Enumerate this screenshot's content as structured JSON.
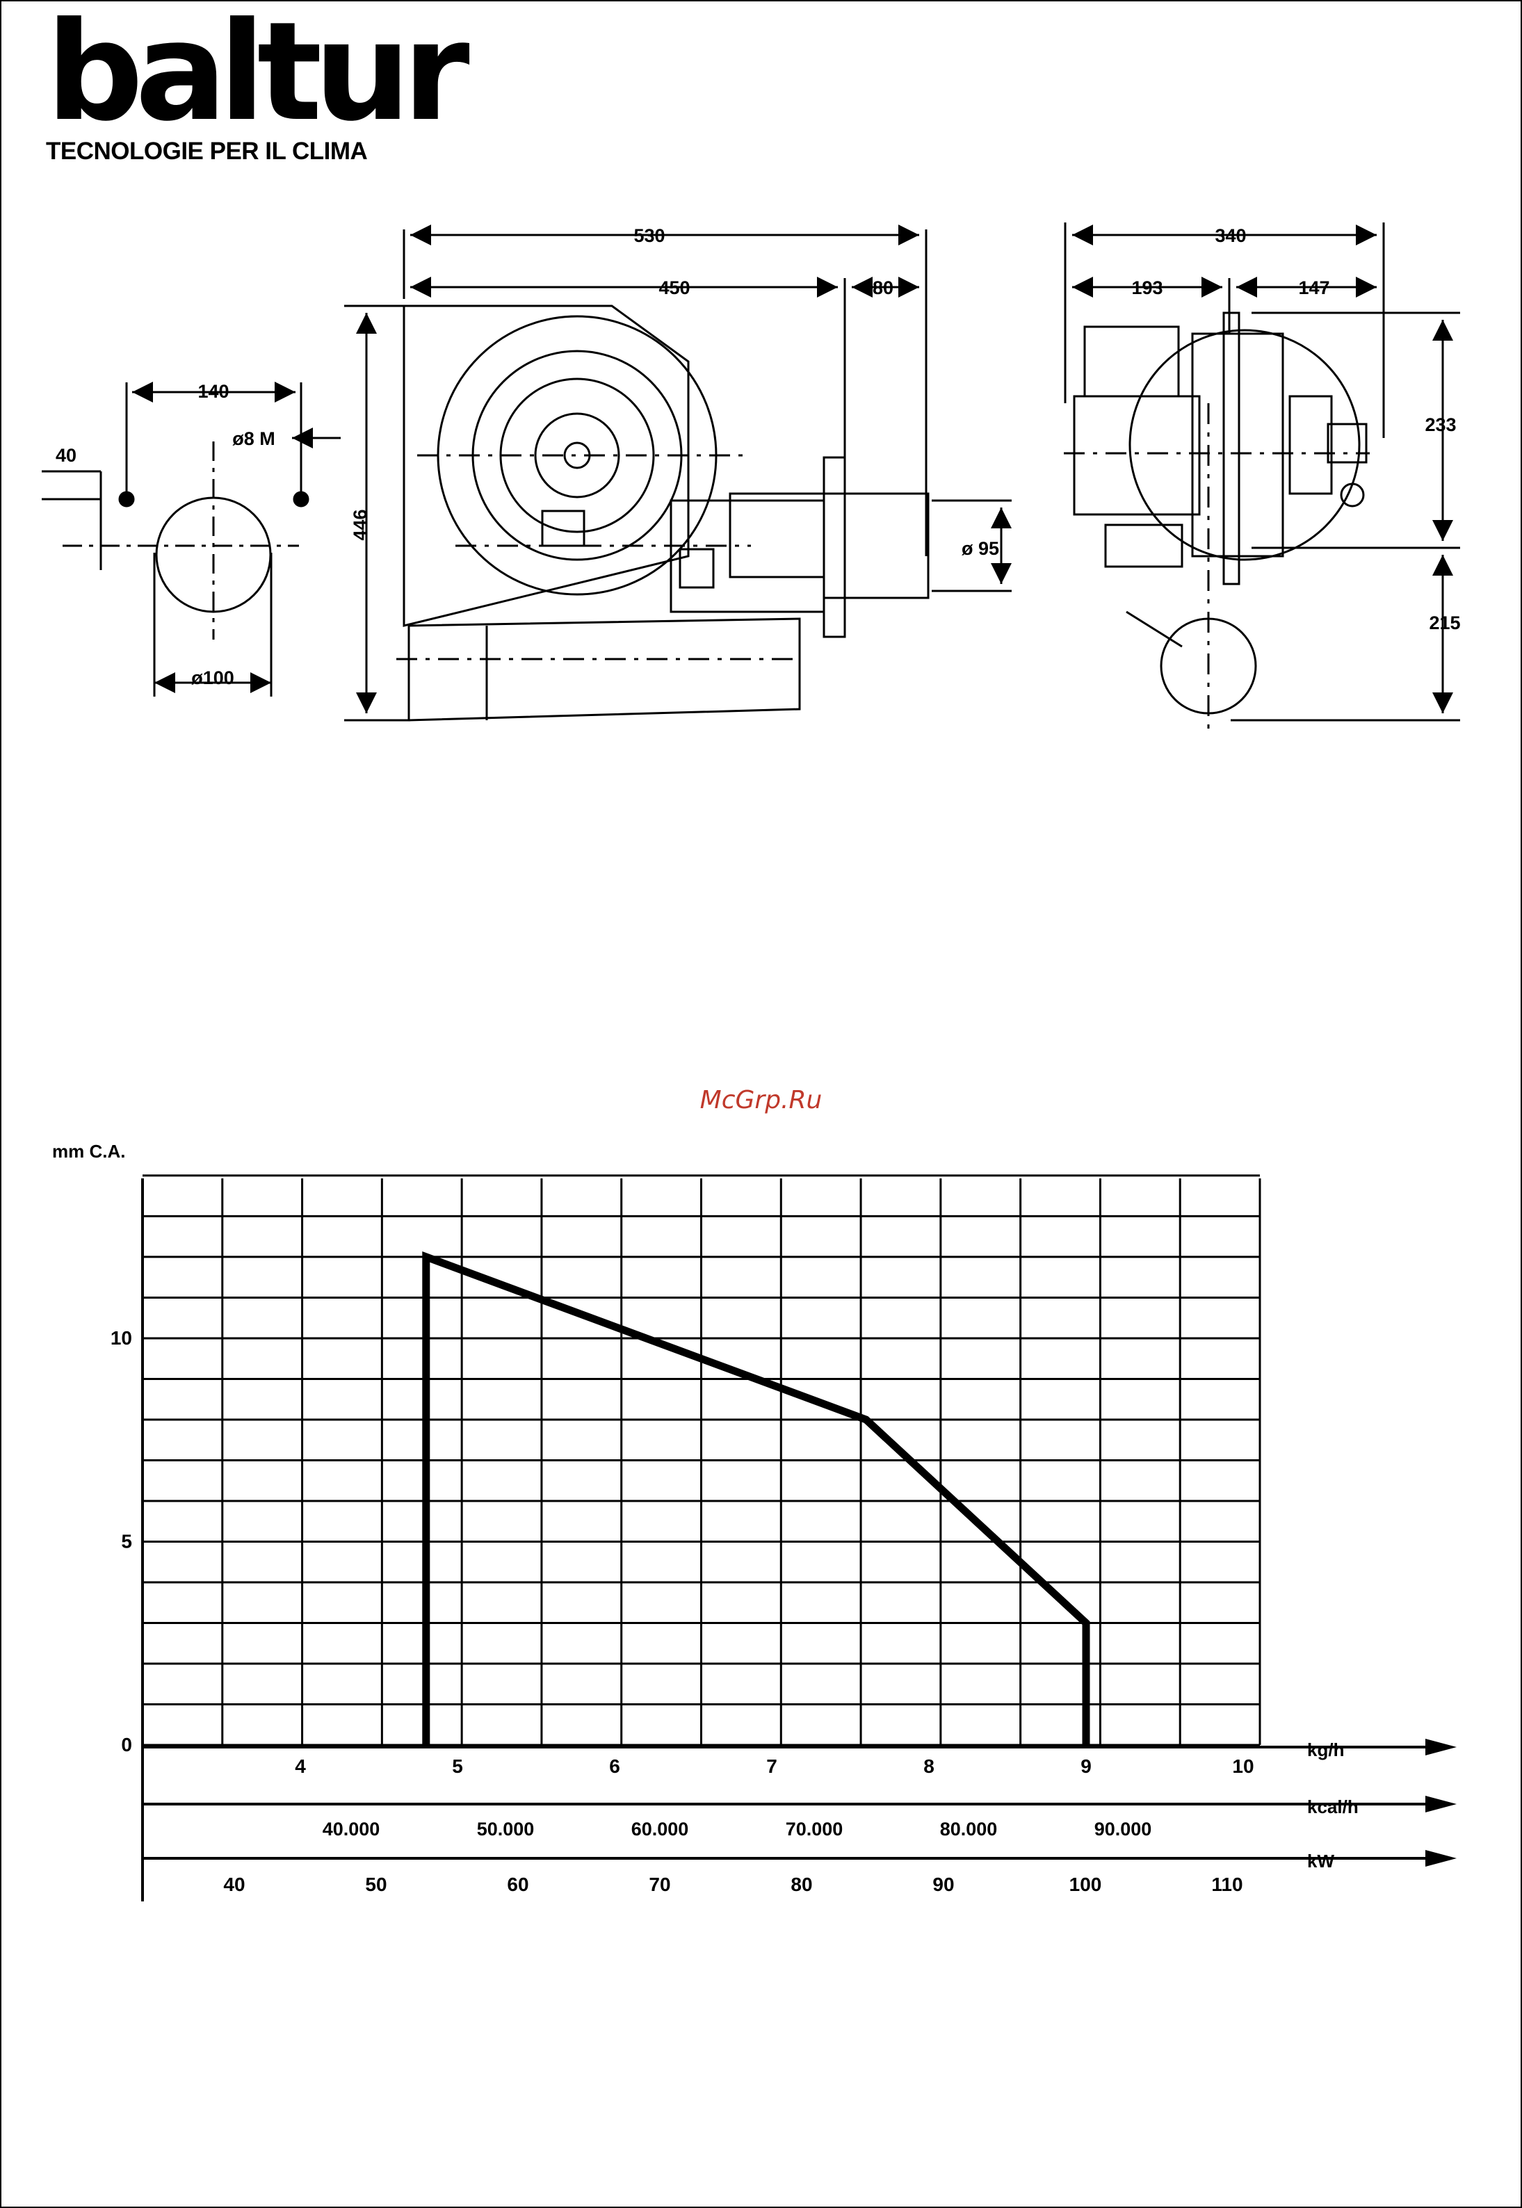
{
  "brand": {
    "logo_text": "baltur",
    "tagline": "TECNOLOGIE PER IL CLIMA"
  },
  "watermark": {
    "text": "McGrp.Ru",
    "color": "#c0392b"
  },
  "drawing": {
    "dimensions": {
      "flange_spacing": "140",
      "flange_offset": "40",
      "flange_bolt": "ø8 M",
      "flange_hole": "ø100",
      "overall_length": "530",
      "body_length": "450",
      "head_length": "80",
      "height": "446",
      "head_diameter": "ø 95",
      "overall_width": "340",
      "width_left": "193",
      "width_right": "147",
      "height_upper": "233",
      "height_lower": "215"
    }
  },
  "chart_data": {
    "type": "line",
    "title": "",
    "ylabel": "mm C.A.",
    "ylim": [
      0,
      14
    ],
    "yticks": [
      0,
      5,
      10
    ],
    "grid": true,
    "x_axes": [
      {
        "unit": "kg/h",
        "ticks": [
          "4",
          "5",
          "6",
          "7",
          "8",
          "9",
          "10"
        ],
        "values": [
          4,
          5,
          6,
          7,
          8,
          9,
          10
        ]
      },
      {
        "unit": "kcal/h",
        "ticks": [
          "40.000",
          "50.000",
          "60.000",
          "70.000",
          "80.000",
          "90.000"
        ],
        "values": [
          40000,
          50000,
          60000,
          70000,
          80000,
          90000
        ]
      },
      {
        "unit": "kW",
        "ticks": [
          "40",
          "50",
          "60",
          "70",
          "80",
          "90",
          "100",
          "110"
        ],
        "values": [
          40,
          50,
          60,
          70,
          80,
          90,
          100,
          110
        ]
      }
    ],
    "series": [
      {
        "x": [
          4.8,
          4.8,
          7.6,
          9.0,
          9.0
        ],
        "y": [
          0,
          12,
          8,
          3,
          0
        ]
      }
    ]
  }
}
